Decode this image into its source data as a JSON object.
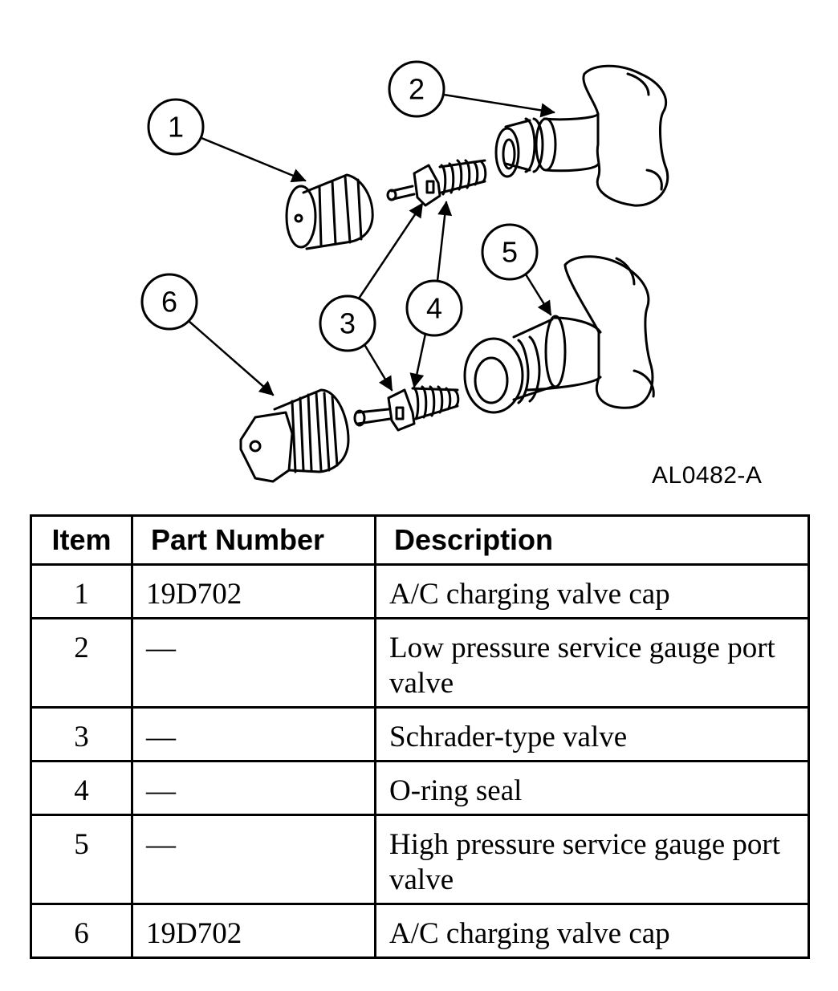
{
  "figure": {
    "id": "AL0482-A",
    "callouts": [
      "1",
      "2",
      "3",
      "4",
      "5",
      "6"
    ]
  },
  "table": {
    "headers": {
      "item": "Item",
      "part_number": "Part Number",
      "description": "Description"
    },
    "rows": [
      {
        "item": "1",
        "part_number": "19D702",
        "description": "A/C charging valve cap"
      },
      {
        "item": "2",
        "part_number": "—",
        "description": "Low pressure service gauge port valve"
      },
      {
        "item": "3",
        "part_number": "—",
        "description": "Schrader-type valve"
      },
      {
        "item": "4",
        "part_number": "—",
        "description": "O-ring seal"
      },
      {
        "item": "5",
        "part_number": "—",
        "description": "High pressure service gauge port valve"
      },
      {
        "item": "6",
        "part_number": "19D702",
        "description": "A/C charging valve cap"
      }
    ]
  }
}
